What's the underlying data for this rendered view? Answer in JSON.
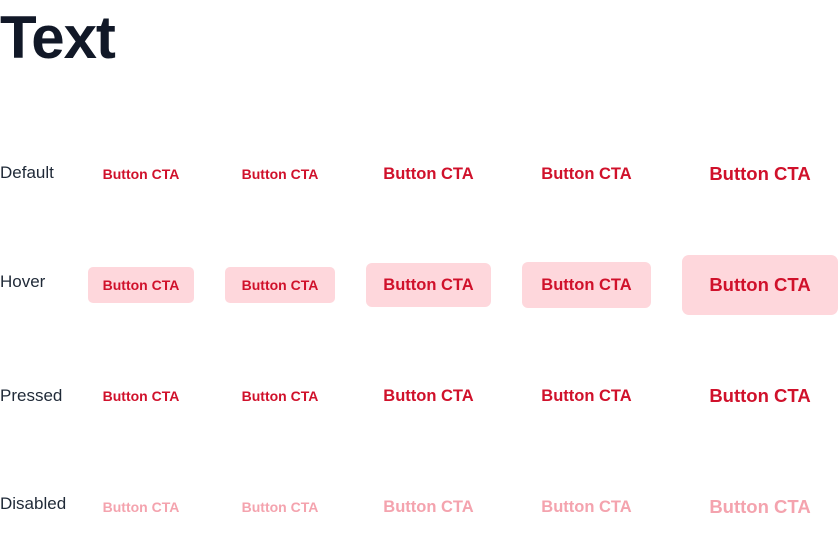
{
  "title": "Text",
  "colors": {
    "text_primary": "#d0112b",
    "text_disabled": "#f4a3ae",
    "hover_background": "#fed7dc",
    "heading": "#111827"
  },
  "rows": [
    {
      "label": "Default",
      "buttons": [
        "Button CTA",
        "Button CTA",
        "Button CTA",
        "Button CTA",
        "Button CTA"
      ]
    },
    {
      "label": "Hover",
      "buttons": [
        "Button CTA",
        "Button CTA",
        "Button CTA",
        "Button CTA",
        "Button CTA"
      ]
    },
    {
      "label": "Pressed",
      "buttons": [
        "Button CTA",
        "Button CTA",
        "Button CTA",
        "Button CTA",
        "Button CTA"
      ]
    },
    {
      "label": "Disabled",
      "buttons": [
        "Button CTA",
        "Button CTA",
        "Button CTA",
        "Button CTA",
        "Button CTA"
      ]
    }
  ]
}
